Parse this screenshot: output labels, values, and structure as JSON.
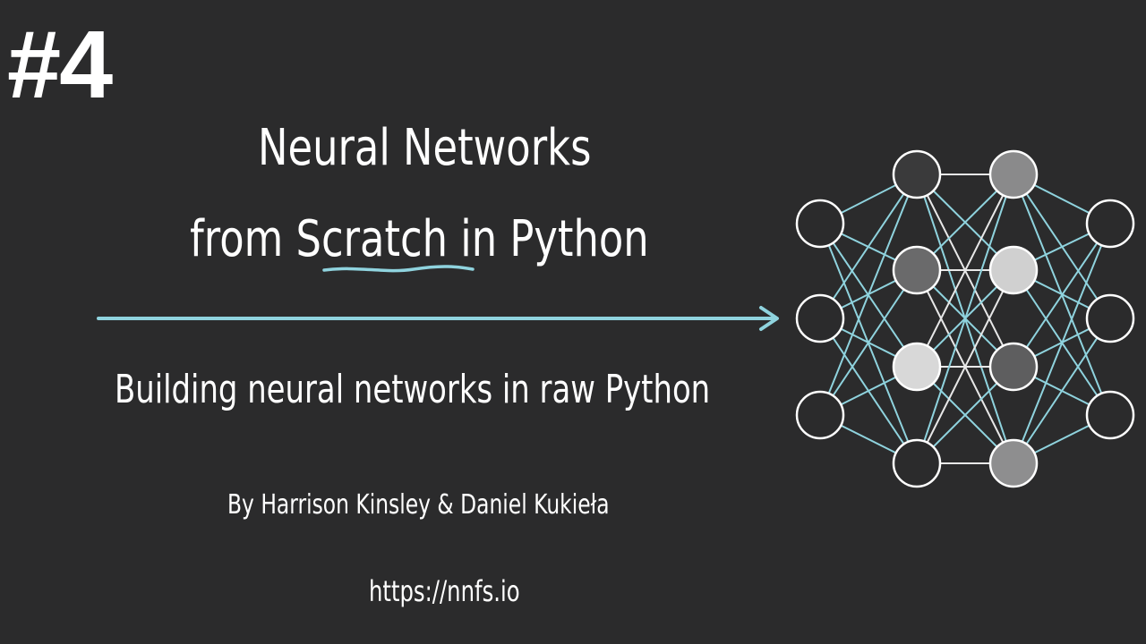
{
  "episode": "#4",
  "title": {
    "line1": "Neural Networks",
    "line2_prefix": "from ",
    "line2_highlight": "Scratch",
    "line2_suffix": " in Python"
  },
  "subtitle": "Building neural networks in raw Python",
  "authors": "By Harrison Kinsley & Daniel Kukieła",
  "url": "https://nnfs.io",
  "colors": {
    "background": "#2b2b2c",
    "accent": "#8fd3de",
    "text": "#ffffff"
  },
  "network": {
    "layers": [
      [
        "#2b2b2c",
        "#2b2b2c",
        "#2b2b2c"
      ],
      [
        "#3a3a3b",
        "#6a6a6b",
        "#d8d8d8",
        "#2b2b2c"
      ],
      [
        "#8a8a8b",
        "#d0d0d0",
        "#5e5e5f",
        "#8e8e8f"
      ],
      [
        "#2b2b2c",
        "#2b2b2c",
        "#2b2b2c"
      ]
    ]
  }
}
